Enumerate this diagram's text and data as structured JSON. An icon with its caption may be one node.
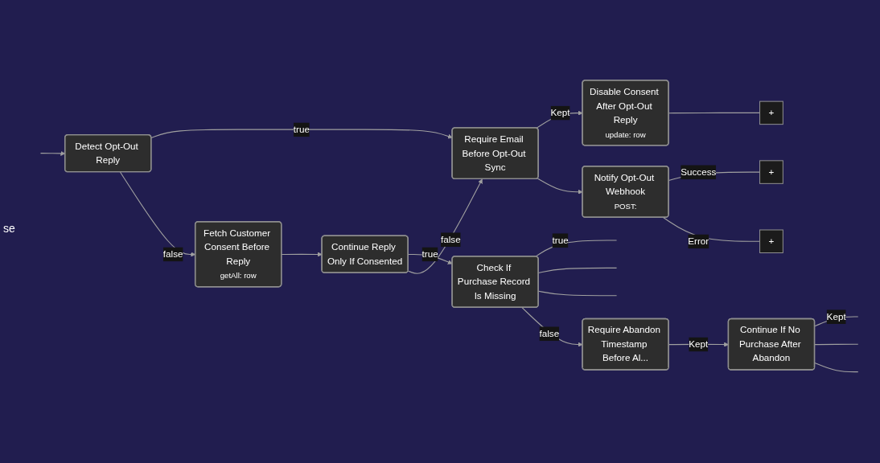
{
  "diagram": {
    "nodes": [
      {
        "text": [
          "Detect Opt-Out Reply"
        ]
      },
      {
        "text": [
          "Require Email Before Opt-Out Sync"
        ]
      },
      {
        "text": [
          "Fetch Customer Consent Before Reply",
          "getAll: row"
        ]
      },
      {
        "text": [
          "Disable Consent After Opt-Out Reply",
          "update: row"
        ]
      },
      {
        "text": [
          "Notify Opt-Out Webhook",
          "POST:"
        ]
      },
      {
        "text": [
          "Continue Reply Only If Consented"
        ]
      },
      {
        "text": [
          "Check If Purchase Record Is Missing"
        ]
      },
      {
        "text": [
          "Require Abandon Timestamp Before Al..."
        ]
      },
      {
        "text": [
          "Continue If No Purchase After Abandon"
        ]
      },
      {
        "text": [
          "+"
        ]
      },
      {
        "text": [
          "+"
        ]
      },
      {
        "text": [
          "+"
        ]
      }
    ],
    "edges": [
      {
        "from": null,
        "to": 0,
        "arrow": "to"
      },
      {
        "from": 0,
        "to": 1,
        "label": "true",
        "arrow": "to"
      },
      {
        "from": 0,
        "to": 2,
        "label": "false",
        "arrow": "to"
      },
      {
        "from": 1,
        "to": 3,
        "label": "Kept",
        "arrow": "to"
      },
      {
        "from": 1,
        "to": 4,
        "arrow": "to"
      },
      {
        "from": 3,
        "to": 9,
        "arrow": "none"
      },
      {
        "from": 4,
        "to": 10,
        "label": "Success",
        "arrow": "none"
      },
      {
        "from": 4,
        "to": 11,
        "label": "Error",
        "arrow": "none"
      },
      {
        "from": 2,
        "to": 5,
        "arrow": "to"
      },
      {
        "from": 5,
        "to": 6,
        "label": "true",
        "arrow": "to"
      },
      {
        "from": 5,
        "to": 1,
        "label": "false",
        "arrow": "to"
      },
      {
        "from": 6,
        "to": null,
        "label": "true",
        "arrow": "none"
      },
      {
        "from": 6,
        "to": null,
        "arrow": "none"
      },
      {
        "from": 6,
        "to": null,
        "arrow": "none"
      },
      {
        "from": 6,
        "to": 7,
        "label": "false",
        "arrow": "to"
      },
      {
        "from": 7,
        "to": 8,
        "label": "Kept",
        "arrow": "to"
      },
      {
        "from": 8,
        "to": null,
        "label": "Kept",
        "arrow": "none"
      },
      {
        "from": 8,
        "to": null,
        "arrow": "none"
      },
      {
        "from": 8,
        "to": null,
        "arrow": "none"
      }
    ],
    "labels": [
      "se"
    ]
  }
}
